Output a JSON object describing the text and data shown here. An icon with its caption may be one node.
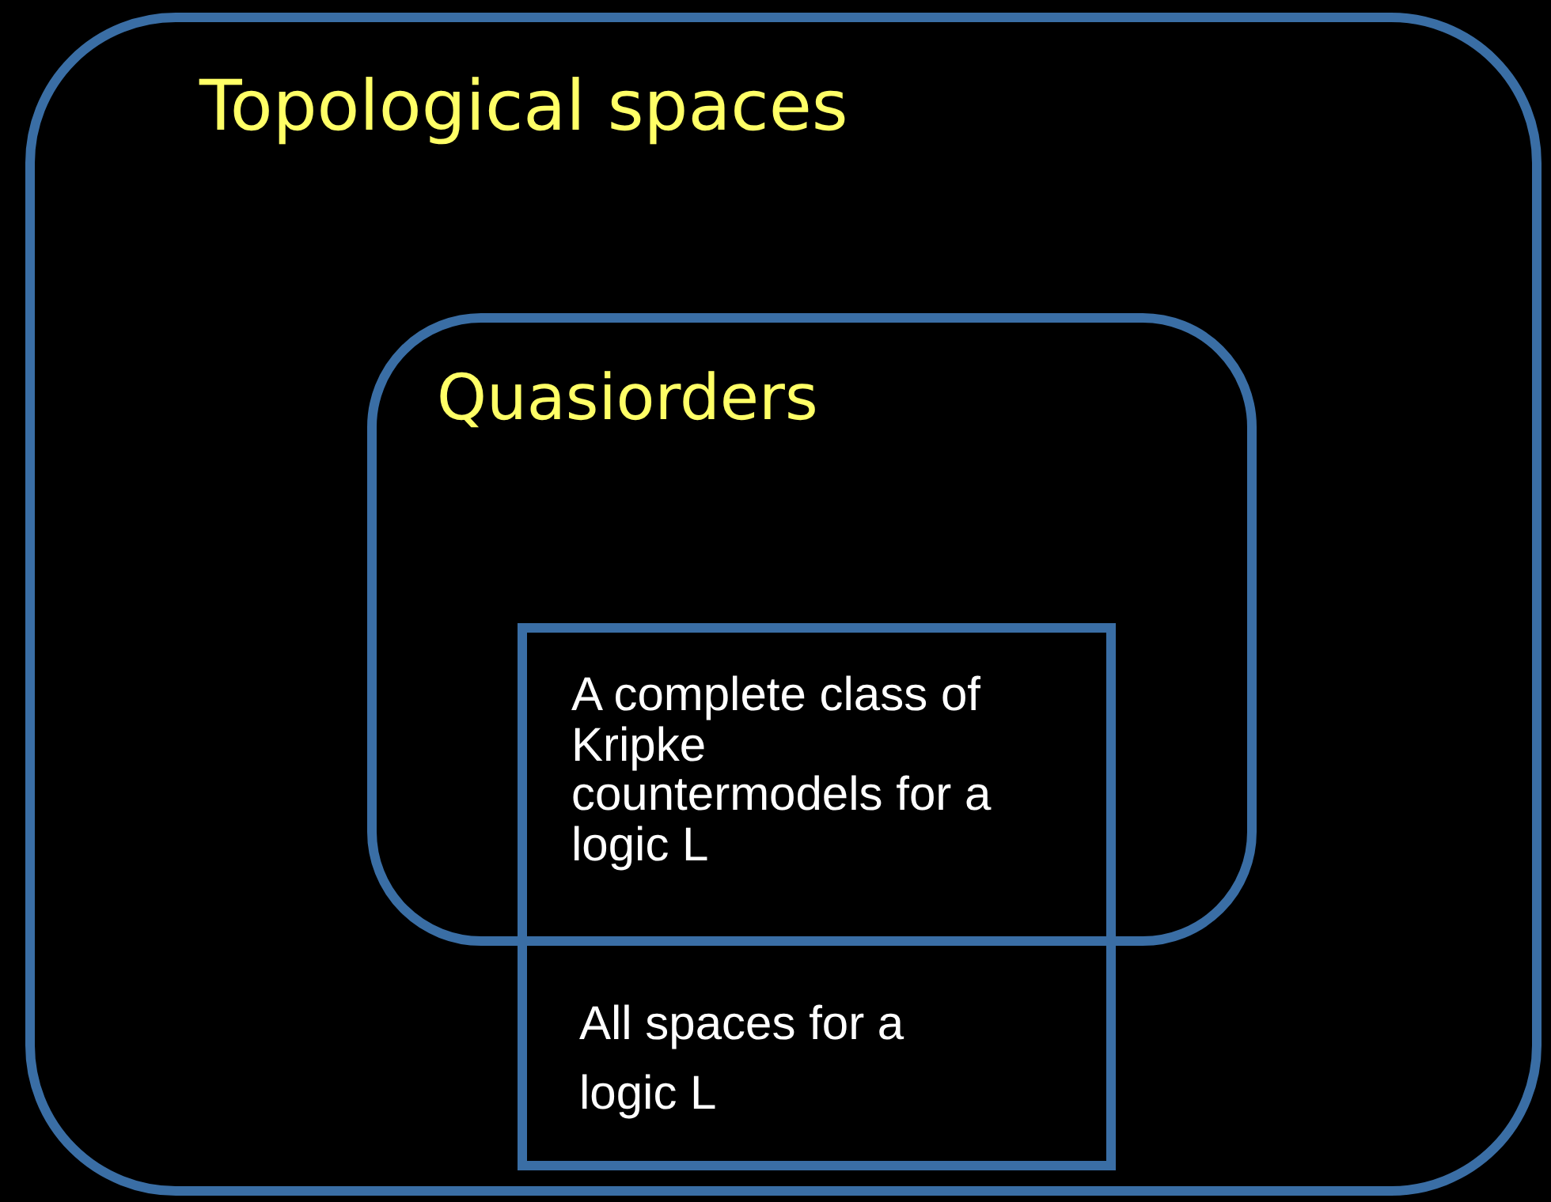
{
  "diagram": {
    "nodes": [
      {
        "text": [
          "Topological spaces"
        ]
      },
      {
        "text": [
          "Quasiorders"
        ],
        "in": 0
      },
      {
        "text": [
          "A complete class of Kripke countermodels for a logic L",
          "All spaces for a logic L"
        ],
        "in": 0
      }
    ]
  }
}
